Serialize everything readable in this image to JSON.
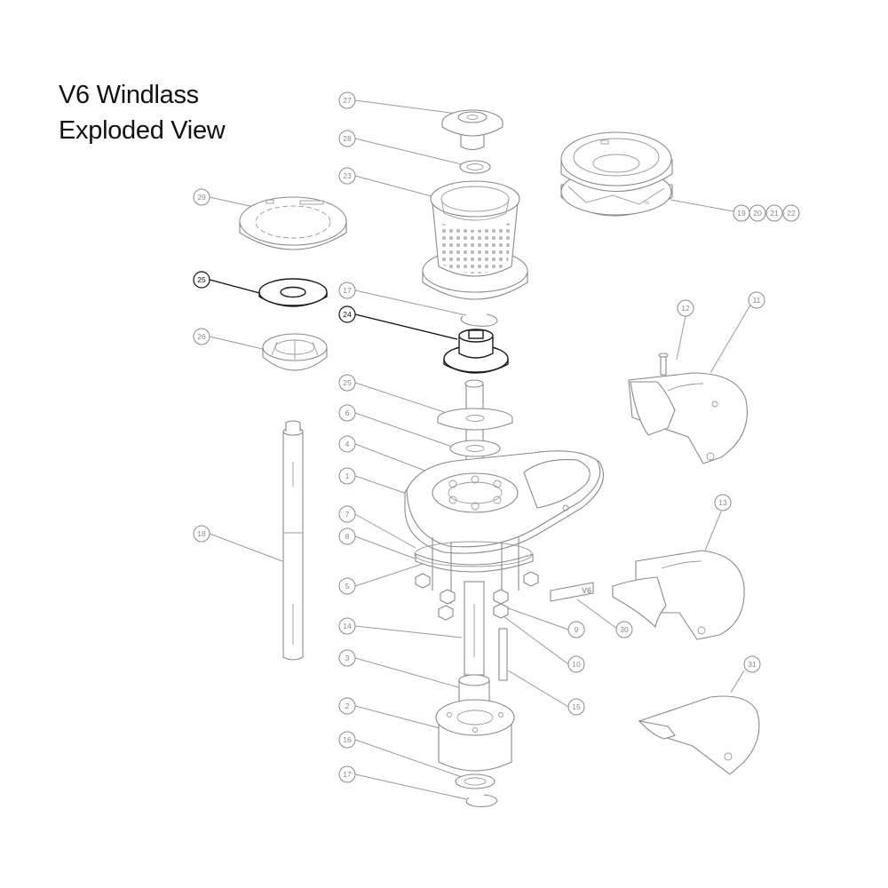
{
  "title": {
    "line1": "V6 Windlass",
    "line2": "Exploded View"
  },
  "highlighted_callouts": [
    "24",
    "25"
  ],
  "callouts": [
    {
      "id": "c27",
      "label": "27",
      "part": "deck-cap"
    },
    {
      "id": "c28",
      "label": "28",
      "part": "cap-washer"
    },
    {
      "id": "c23",
      "label": "23",
      "part": "drum"
    },
    {
      "id": "c19",
      "label": "19",
      "part": "gypsy"
    },
    {
      "id": "c20",
      "label": "20",
      "part": "gypsy"
    },
    {
      "id": "c21",
      "label": "21",
      "part": "gypsy"
    },
    {
      "id": "c22",
      "label": "22",
      "part": "gypsy"
    },
    {
      "id": "c29",
      "label": "29",
      "part": "top-cap"
    },
    {
      "id": "c25a",
      "label": "25",
      "part": "gasket-washer"
    },
    {
      "id": "c17a",
      "label": "17",
      "part": "upper-circlip"
    },
    {
      "id": "c24",
      "label": "24",
      "part": "clutch-cone"
    },
    {
      "id": "c26",
      "label": "26",
      "part": "stripper-ring"
    },
    {
      "id": "c12",
      "label": "12",
      "part": "cover-screw"
    },
    {
      "id": "c11",
      "label": "11",
      "part": "upper-chain-pipe"
    },
    {
      "id": "c25b",
      "label": "25",
      "part": "thrust-washer"
    },
    {
      "id": "c6",
      "label": "6",
      "part": "spacer-washer"
    },
    {
      "id": "c4",
      "label": "4",
      "part": "mounting-studs"
    },
    {
      "id": "c1",
      "label": "1",
      "part": "base-housing"
    },
    {
      "id": "c7",
      "label": "7",
      "part": "gasket"
    },
    {
      "id": "c8",
      "label": "8",
      "part": "deck-plate"
    },
    {
      "id": "c5",
      "label": "5",
      "part": "stud-set"
    },
    {
      "id": "c18",
      "label": "18",
      "part": "handle"
    },
    {
      "id": "c13",
      "label": "13",
      "part": "lower-chain-pipe"
    },
    {
      "id": "c30",
      "label": "30",
      "part": "badge"
    },
    {
      "id": "c9",
      "label": "9",
      "part": "nut"
    },
    {
      "id": "c10",
      "label": "10",
      "part": "washer"
    },
    {
      "id": "c14",
      "label": "14",
      "part": "main-shaft"
    },
    {
      "id": "c15",
      "label": "15",
      "part": "key"
    },
    {
      "id": "c3",
      "label": "3",
      "part": "coupling"
    },
    {
      "id": "c2",
      "label": "2",
      "part": "motor"
    },
    {
      "id": "c31",
      "label": "31",
      "part": "chain-guide"
    },
    {
      "id": "c16",
      "label": "16",
      "part": "bottom-washer"
    },
    {
      "id": "c17b",
      "label": "17",
      "part": "bottom-circlip"
    }
  ]
}
